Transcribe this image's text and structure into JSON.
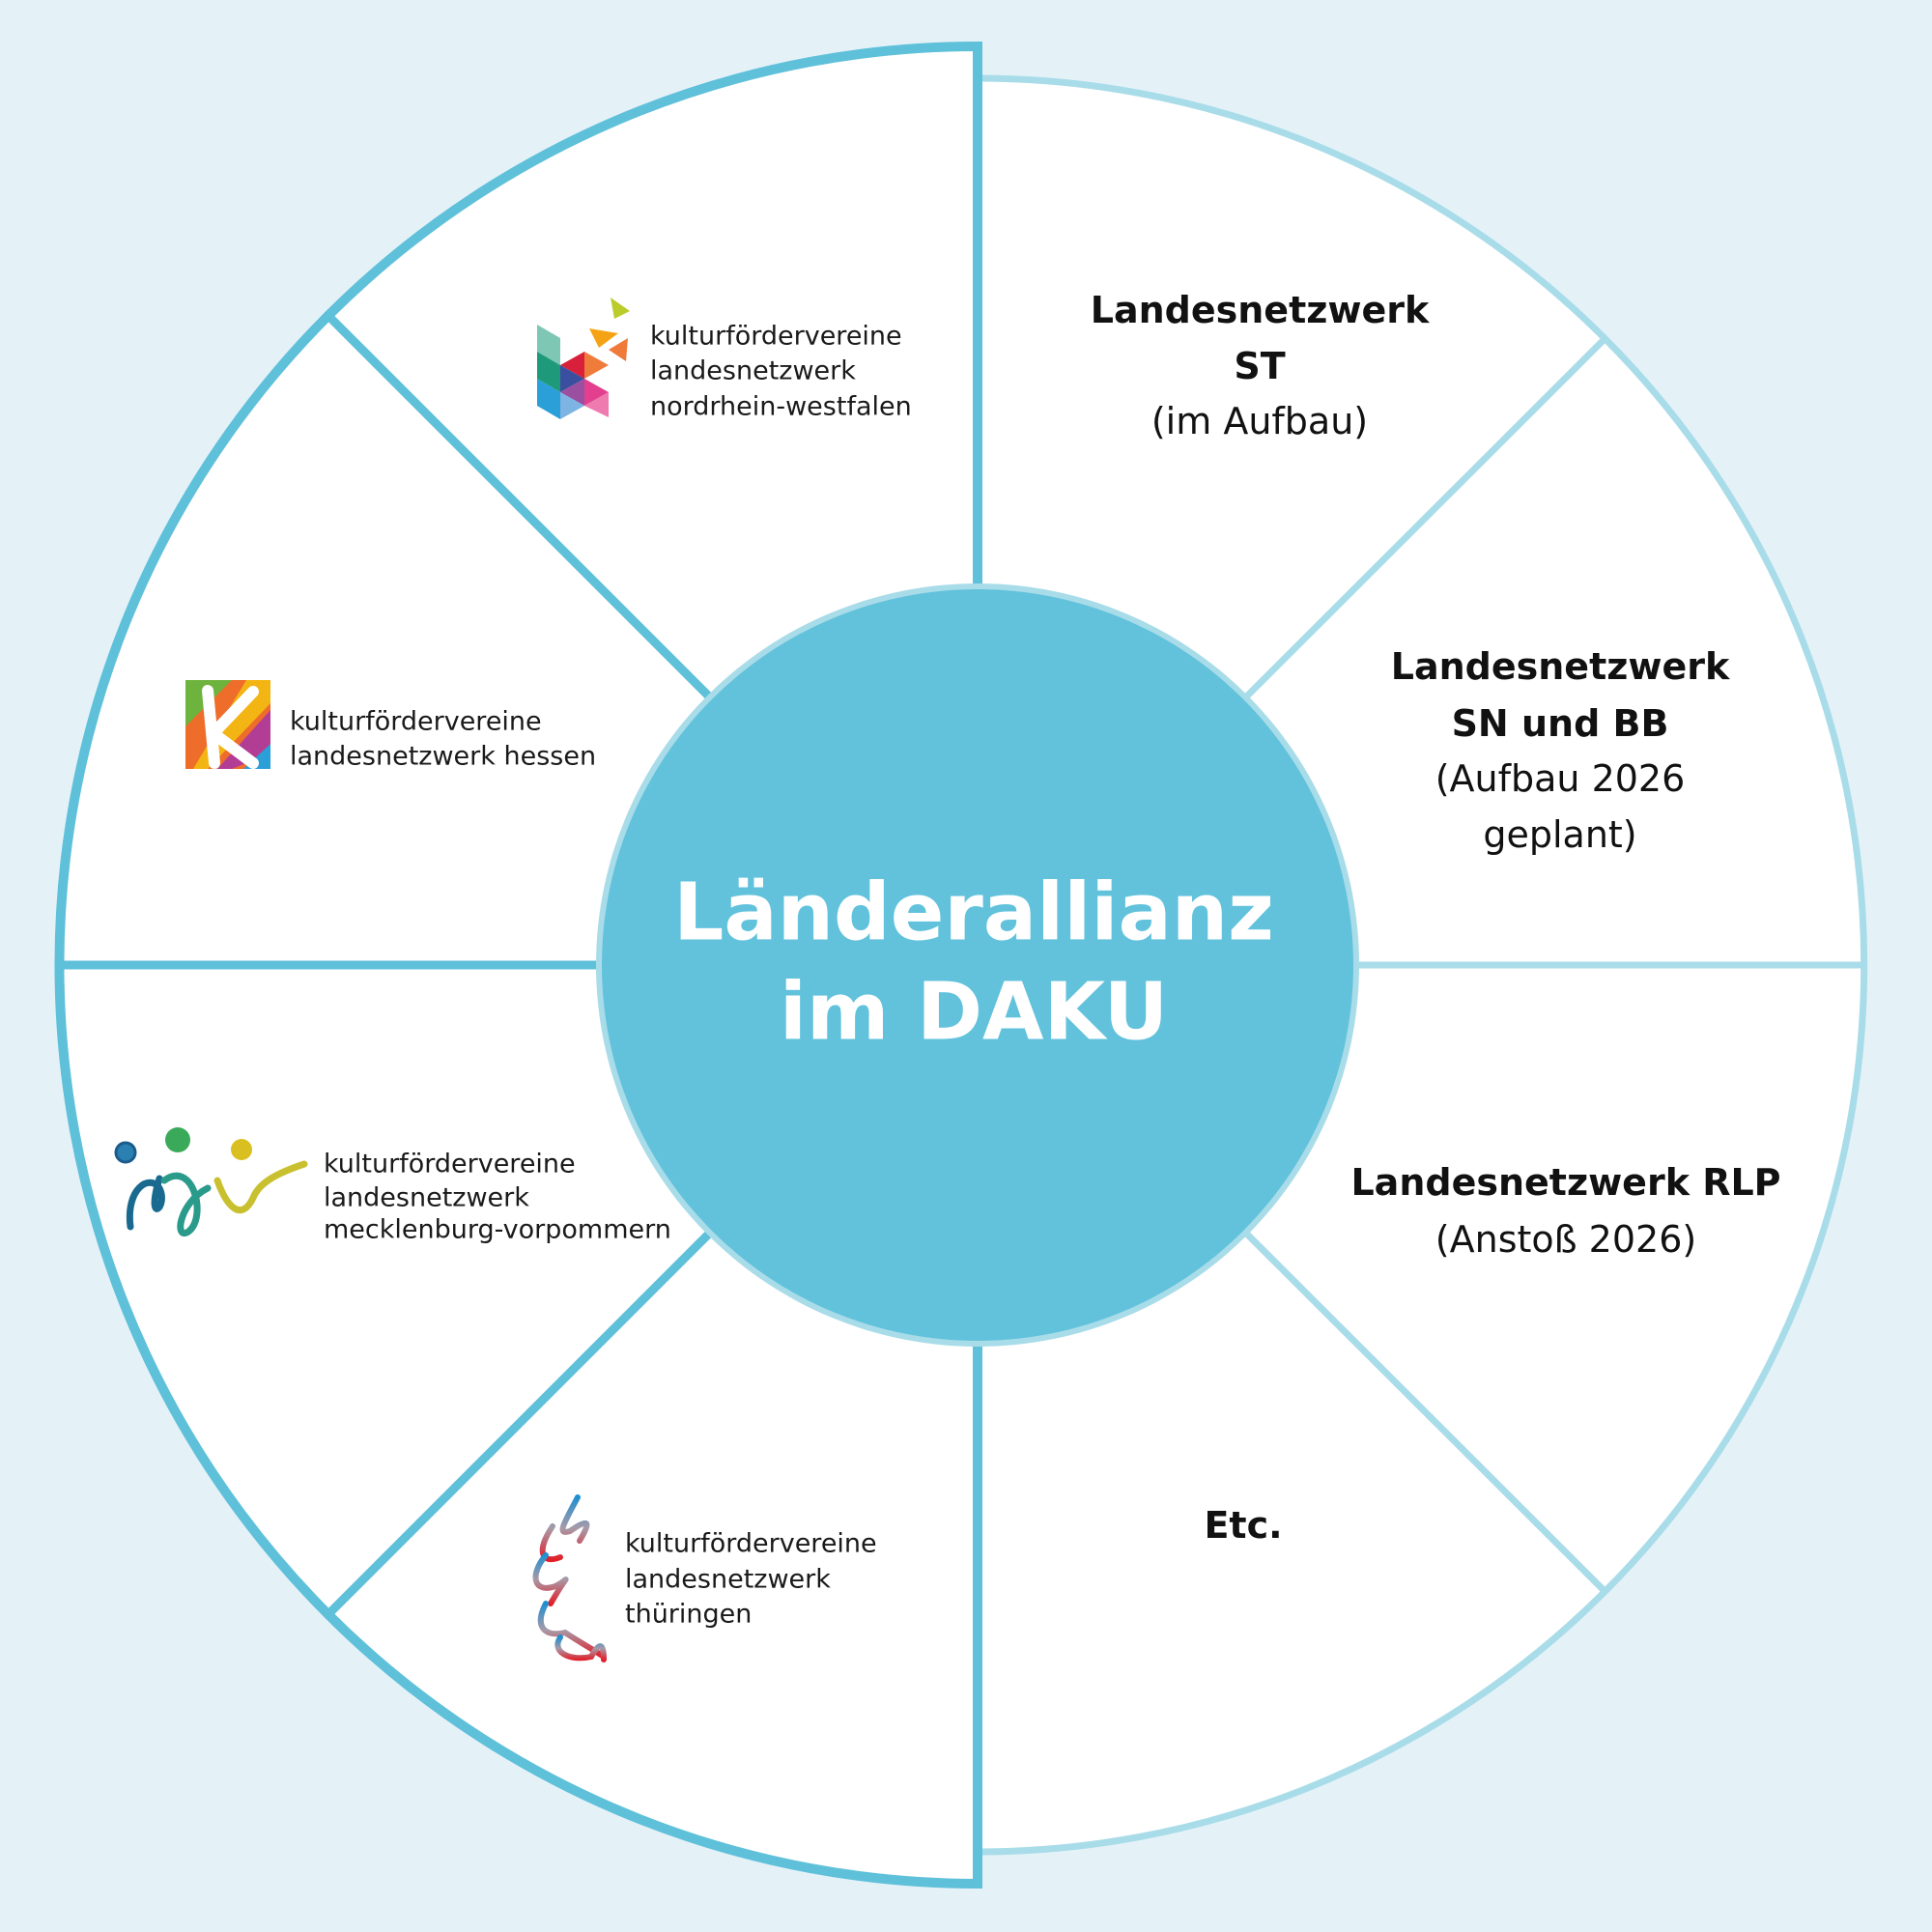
{
  "title": {
    "line1": "Länderallianz",
    "line2": "im DAKU"
  },
  "colors": {
    "background": "#e4f2f8",
    "ring_active": "#5fc0da",
    "ring_planned": "#a9dce9",
    "center": "#62c2dc"
  },
  "active_networks": [
    {
      "icon": "nrw-k-logo",
      "lines": [
        "kulturfördervereine",
        "landesnetzwerk",
        "nordrhein-westfalen"
      ]
    },
    {
      "icon": "hessen-k-logo",
      "lines": [
        "kulturfördervereine",
        "landesnetzwerk hessen"
      ]
    },
    {
      "icon": "mv-figures-logo",
      "lines": [
        "kulturfördervereine",
        "landesnetzwerk",
        "mecklenburg-vorpommern"
      ]
    },
    {
      "icon": "thueringen-leaf-logo",
      "lines": [
        "kulturfördervereine",
        "landesnetzwerk",
        "thüringen"
      ]
    }
  ],
  "planned_networks": [
    {
      "bold": [
        "Landesnetzwerk",
        "ST"
      ],
      "note": [
        "(im Aufbau)"
      ]
    },
    {
      "bold": [
        "Landesnetzwerk",
        "SN und BB"
      ],
      "note": [
        "(Aufbau 2026",
        "geplant)"
      ]
    },
    {
      "bold": [
        "Landesnetzwerk RLP"
      ],
      "note": [
        "(Anstoß 2026)"
      ]
    },
    {
      "bold": [
        "Etc."
      ],
      "note": []
    }
  ]
}
